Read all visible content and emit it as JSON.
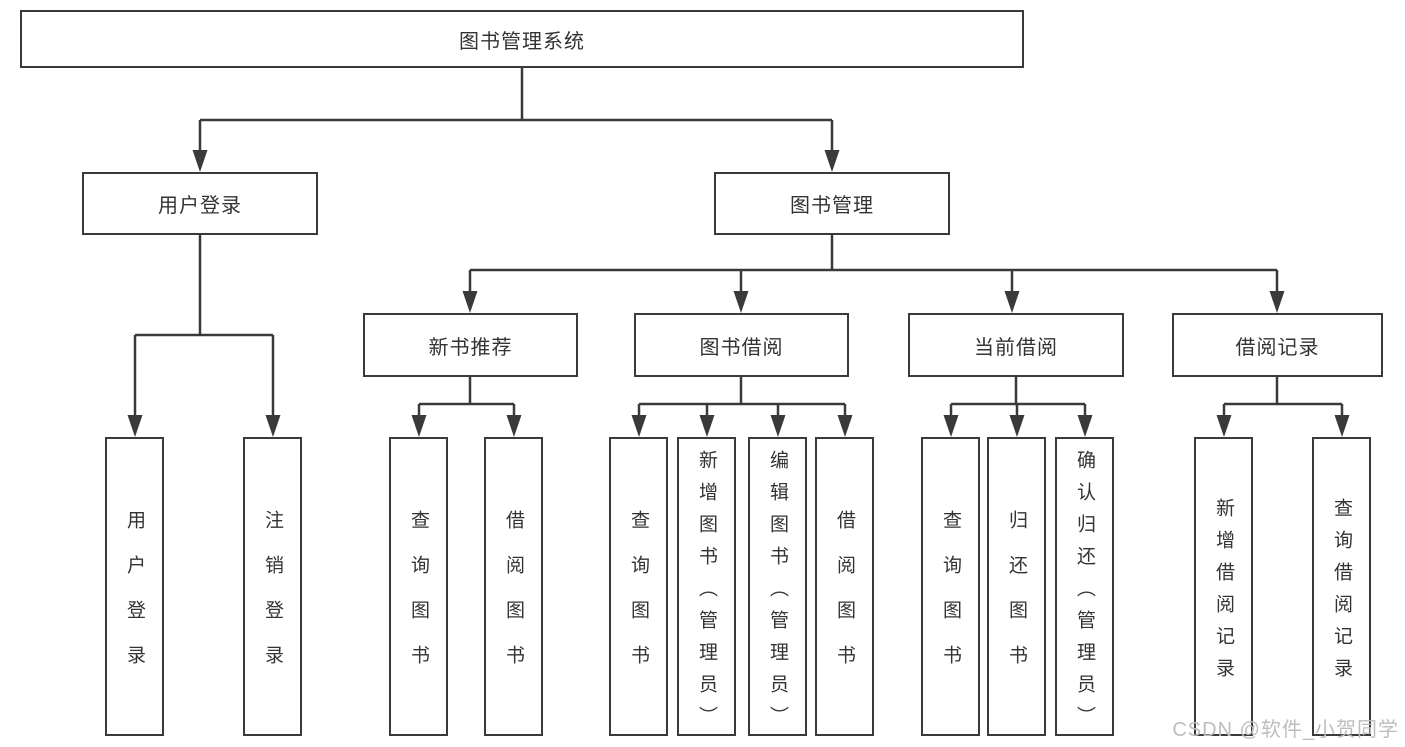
{
  "colors": {
    "line": "#3a3a3a",
    "box_border": "#3a3a3a",
    "box_fill": "#ffffff",
    "text": "#333333",
    "watermark_text": "#bdbdbd",
    "background": "#ffffff"
  },
  "watermark": "CSDN @软件_小贺同学",
  "tree": {
    "root": {
      "label": "图书管理系统"
    },
    "children": [
      {
        "label": "用户登录",
        "children": [
          {
            "label": "用户登录"
          },
          {
            "label": "注销登录"
          }
        ]
      },
      {
        "label": "图书管理",
        "children": [
          {
            "label": "新书推荐",
            "children": [
              {
                "label": "查询图书"
              },
              {
                "label": "借阅图书"
              }
            ]
          },
          {
            "label": "图书借阅",
            "children": [
              {
                "label": "查询图书"
              },
              {
                "label": "新增图书（管理员）"
              },
              {
                "label": "编辑图书（管理员）"
              },
              {
                "label": "借阅图书"
              }
            ]
          },
          {
            "label": "当前借阅",
            "children": [
              {
                "label": "查询图书"
              },
              {
                "label": "归还图书"
              },
              {
                "label": "确认归还（管理员）"
              }
            ]
          },
          {
            "label": "借阅记录",
            "children": [
              {
                "label": "新增借阅记录"
              },
              {
                "label": "查询借阅记录"
              }
            ]
          }
        ]
      }
    ]
  }
}
